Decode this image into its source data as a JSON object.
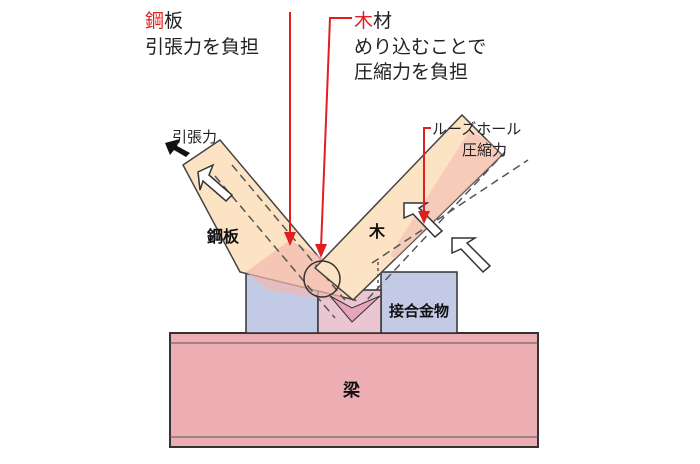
{
  "annotations": {
    "steel": {
      "highlight": "鋼",
      "rest": "板",
      "line2": "引張力を負担"
    },
    "wood": {
      "highlight": "木",
      "rest": "材",
      "line2": "めり込むことで",
      "line3": "圧縮力を負担"
    },
    "tension": "引張力",
    "loose_hole_line1": "ルーズホール",
    "loose_hole_line2": "圧縮力"
  },
  "labels": {
    "steel_plate": "鋼板",
    "wood": "木",
    "joint_hardware": "接合金物",
    "beam": "梁"
  },
  "colors": {
    "highlight_red": "#e02020",
    "arrow_red": "#e02020",
    "member_tan": "#fce3c4",
    "overlap_pink": "#f2b8b0",
    "hardware_blue": "#c3cae6",
    "beam_pink": "#ecadb3"
  }
}
